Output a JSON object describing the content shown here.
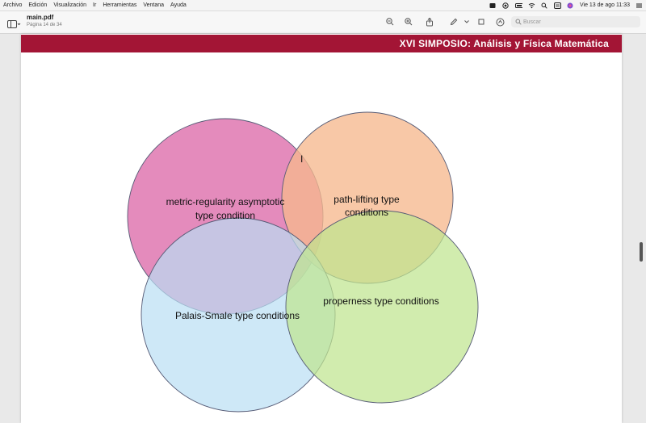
{
  "menubar": {
    "items": [
      "Archivo",
      "Edición",
      "Visualización",
      "Ir",
      "Herramientas",
      "Ventana",
      "Ayuda"
    ],
    "clock": "Vie 13 de ago  11:33"
  },
  "toolbar": {
    "title": "main.pdf",
    "subtitle": "Página 14 de 34",
    "search_placeholder": "Buscar"
  },
  "page": {
    "header_title": "XVI SIMPOSIO: Análisis y Física Matemática",
    "stray_char": "I",
    "venn": {
      "sets": [
        {
          "label_lines": [
            "metric-regularity asymptotic",
            "type condition"
          ],
          "color": "#e07bb3"
        },
        {
          "label_lines": [
            "path-lifting type",
            "conditions"
          ],
          "color": "#f6b98e"
        },
        {
          "label_lines": [
            "Palais-Smale type conditions"
          ],
          "color": "#b9def4"
        },
        {
          "label_lines": [
            "properness type  conditions"
          ],
          "color": "#bfe58f"
        }
      ]
    }
  },
  "colors": {
    "header_bar": "#a31535",
    "pink": "#e07bb3",
    "orange": "#f6b98e",
    "blue": "#b9def4",
    "green": "#bfe58f"
  }
}
